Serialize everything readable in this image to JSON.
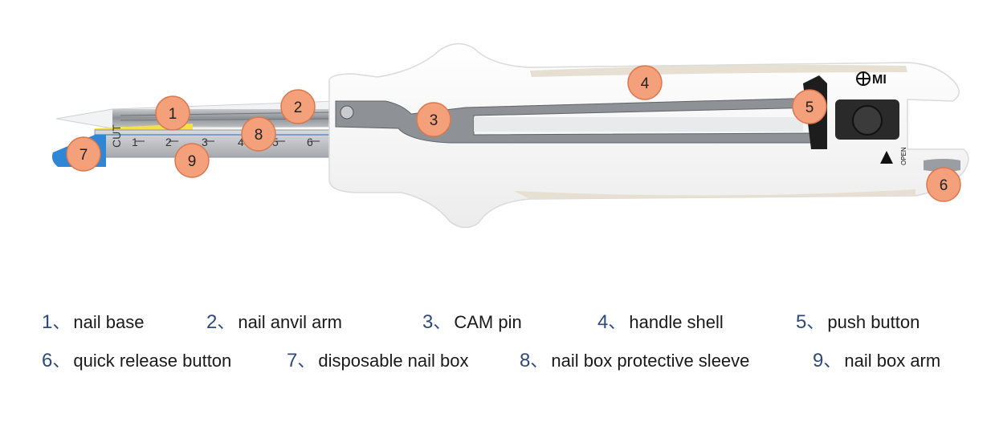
{
  "brand": "MI",
  "open_label": "OPEN",
  "cut_label": "CUT",
  "scale_ticks": [
    "1",
    "2",
    "3",
    "4",
    "5",
    "6"
  ],
  "callouts": [
    "1",
    "2",
    "3",
    "4",
    "5",
    "6",
    "7",
    "8",
    "9"
  ],
  "legend": [
    {
      "num": "1",
      "sep": "、",
      "label": "nail base"
    },
    {
      "num": "2",
      "sep": "、",
      "label": "nail anvil arm"
    },
    {
      "num": "3",
      "sep": "、",
      "label": "CAM pin"
    },
    {
      "num": "4",
      "sep": "、",
      "label": "handle shell"
    },
    {
      "num": "5",
      "sep": "、",
      "label": "push button"
    },
    {
      "num": "6",
      "sep": "、",
      "label": "quick release button"
    },
    {
      "num": "7",
      "sep": "、",
      "label": "disposable nail box"
    },
    {
      "num": "8",
      "sep": "、",
      "label": "nail box protective sleeve"
    },
    {
      "num": "9",
      "sep": "、",
      "label": "nail box arm"
    }
  ],
  "colors": {
    "callout_fill": "#f4a07a",
    "callout_stroke": "#d9774f",
    "legend_number": "#2f4a7a",
    "handle_white": "#f7f7f7",
    "handle_beige": "#e6dfd2",
    "metal": "#9a9da2",
    "blue_tip": "#2f86d6",
    "yellow_strip": "#f3e14a"
  }
}
